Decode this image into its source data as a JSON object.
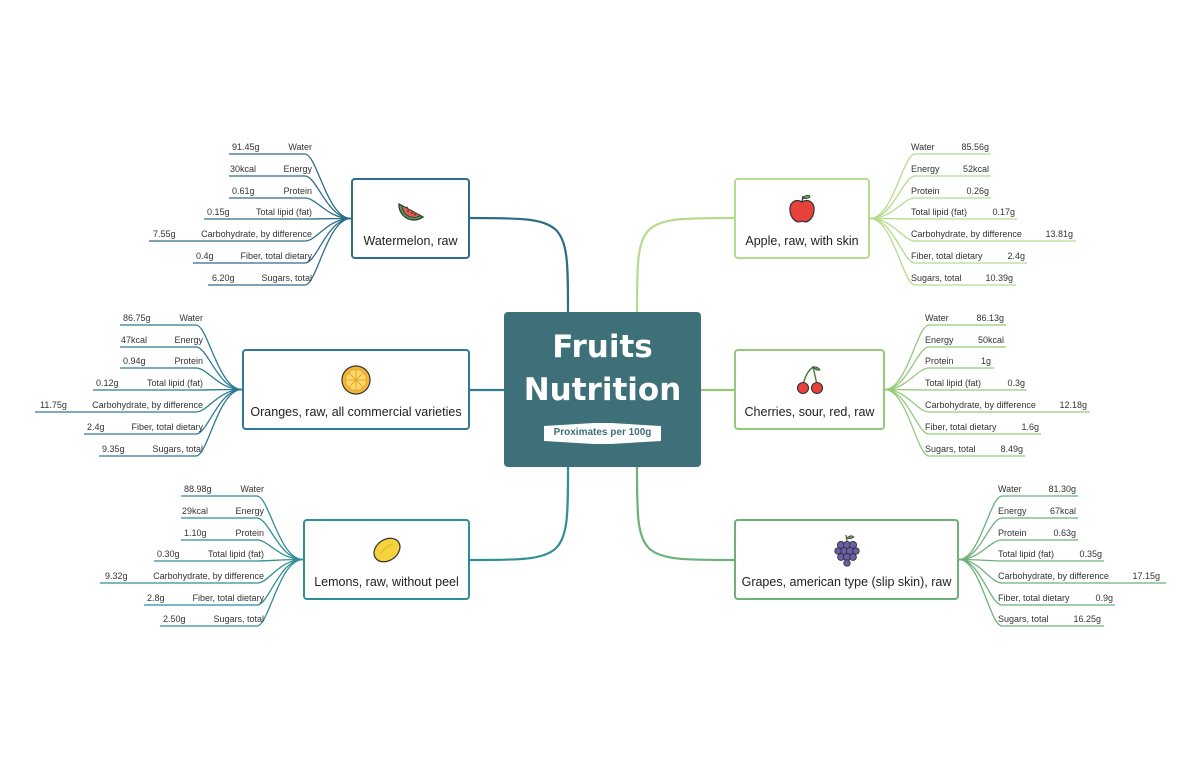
{
  "center": {
    "title_line1": "Fruits",
    "title_line2": "Nutrition",
    "subtitle": "Proximates per 100g",
    "color": "#3e7079"
  },
  "fruits": [
    {
      "name": "Watermelon, raw",
      "icon": "watermelon-icon",
      "color": "#2d6e86",
      "nutrients": [
        {
          "label": "Water",
          "value": "91.45g"
        },
        {
          "label": "Energy",
          "value": "30kcal"
        },
        {
          "label": "Protein",
          "value": "0.61g"
        },
        {
          "label": "Total lipid (fat)",
          "value": "0.15g"
        },
        {
          "label": "Carbohydrate, by difference",
          "value": "7.55g"
        },
        {
          "label": "Fiber, total dietary",
          "value": "0.4g"
        },
        {
          "label": "Sugars, total",
          "value": "6.20g"
        }
      ]
    },
    {
      "name": "Oranges, raw, all commercial varieties",
      "icon": "orange-icon",
      "color": "#2d7a92",
      "nutrients": [
        {
          "label": "Water",
          "value": "86.75g"
        },
        {
          "label": "Energy",
          "value": "47kcal"
        },
        {
          "label": "Protein",
          "value": "0.94g"
        },
        {
          "label": "Total lipid (fat)",
          "value": "0.12g"
        },
        {
          "label": "Carbohydrate, by difference",
          "value": "11.75g"
        },
        {
          "label": "Fiber, total dietary",
          "value": "2.4g"
        },
        {
          "label": "Sugars, total",
          "value": "9.35g"
        }
      ]
    },
    {
      "name": "Lemons, raw, without peel",
      "icon": "lemon-icon",
      "color": "#2f8f96",
      "nutrients": [
        {
          "label": "Water",
          "value": "88.98g"
        },
        {
          "label": "Energy",
          "value": "29kcal"
        },
        {
          "label": "Protein",
          "value": "1.10g"
        },
        {
          "label": "Total lipid (fat)",
          "value": "0.30g"
        },
        {
          "label": "Carbohydrate, by difference",
          "value": "9.32g"
        },
        {
          "label": "Fiber, total dietary",
          "value": "2.8g"
        },
        {
          "label": "Sugars, total",
          "value": "2.50g"
        }
      ]
    },
    {
      "name": "Apple, raw, with skin",
      "icon": "apple-icon",
      "color": "#b5dc8c",
      "nutrients": [
        {
          "label": "Water",
          "value": "85.56g"
        },
        {
          "label": "Energy",
          "value": "52kcal"
        },
        {
          "label": "Protein",
          "value": "0.26g"
        },
        {
          "label": "Total lipid (fat)",
          "value": "0.17g"
        },
        {
          "label": "Carbohydrate, by difference",
          "value": "13.81g"
        },
        {
          "label": "Fiber, total dietary",
          "value": "2.4g"
        },
        {
          "label": "Sugars, total",
          "value": "10.39g"
        }
      ]
    },
    {
      "name": "Cherries, sour, red, raw",
      "icon": "cherries-icon",
      "color": "#94c97a",
      "nutrients": [
        {
          "label": "Water",
          "value": "86.13g"
        },
        {
          "label": "Energy",
          "value": "50kcal"
        },
        {
          "label": "Protein",
          "value": "1g"
        },
        {
          "label": "Total lipid (fat)",
          "value": "0.3g"
        },
        {
          "label": "Carbohydrate, by difference",
          "value": "12.18g"
        },
        {
          "label": "Fiber, total dietary",
          "value": "1.6g"
        },
        {
          "label": "Sugars, total",
          "value": "8.49g"
        }
      ]
    },
    {
      "name": "Grapes, american type (slip skin), raw",
      "icon": "grapes-icon",
      "color": "#6cb07a",
      "nutrients": [
        {
          "label": "Water",
          "value": "81.30g"
        },
        {
          "label": "Energy",
          "value": "67kcal"
        },
        {
          "label": "Protein",
          "value": "0.63g"
        },
        {
          "label": "Total lipid (fat)",
          "value": "0.35g"
        },
        {
          "label": "Carbohydrate, by difference",
          "value": "17.15g"
        },
        {
          "label": "Fiber, total dietary",
          "value": "0.9g"
        },
        {
          "label": "Sugars, total",
          "value": "16.25g"
        }
      ]
    }
  ]
}
